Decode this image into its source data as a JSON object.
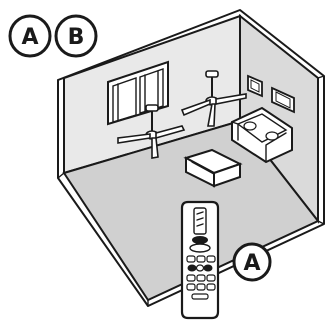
{
  "badges": {
    "top_left": "A",
    "top_right": "B",
    "remote": "A"
  },
  "colors": {
    "wall_back": "#e9e9e9",
    "wall_side": "#dcdcdc",
    "floor": "#d2d2d2",
    "outline": "#1a1a1a",
    "furniture": "#ffffff"
  }
}
